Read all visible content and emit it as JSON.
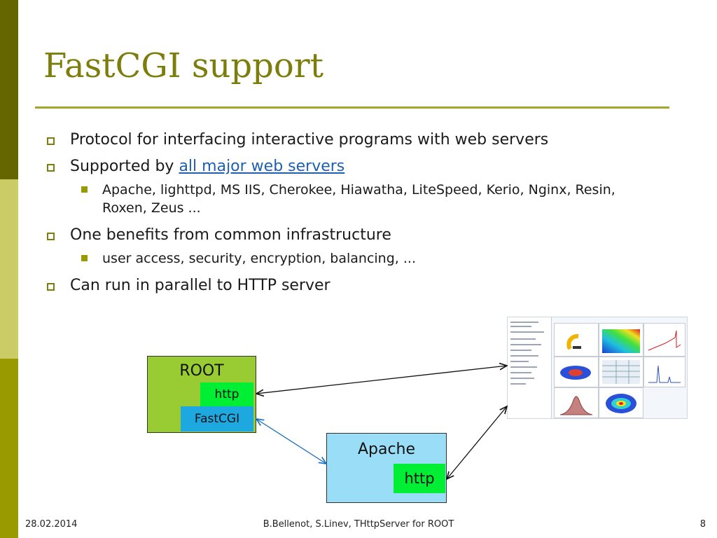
{
  "slide": {
    "title": "FastCGI support",
    "bullets": {
      "b1": "Protocol for interfacing interactive programs with web servers",
      "b2_prefix": "Supported by ",
      "b2_link": "all major web servers",
      "b2_sub": "Apache, lighttpd, MS IIS, Cherokee, Hiawatha, LiteSpeed, Kerio, Nginx, Resin, Roxen, Zeus ...",
      "b3": "One benefits from common infrastructure",
      "b3_sub": "user access, security, encryption, balancing, ...",
      "b4": "Can run in parallel to HTTP server"
    }
  },
  "diagram": {
    "root_label": "ROOT",
    "root_http": "http",
    "root_fastcgi": "FastCGI",
    "apache_label": "Apache",
    "apache_http": "http",
    "screenshot_icon": "root-web-browser-screenshot"
  },
  "footer": {
    "date": "28.02.2014",
    "center": "B.Bellenot, S.Linev, THttpServer for ROOT",
    "page": "8"
  },
  "colors": {
    "title": "#7d7d0b",
    "root_box": "#99cc33",
    "http_box": "#00ee33",
    "fastcgi_box": "#1ea8e0",
    "apache_box": "#99ddf7",
    "link": "#1f5fb0"
  }
}
